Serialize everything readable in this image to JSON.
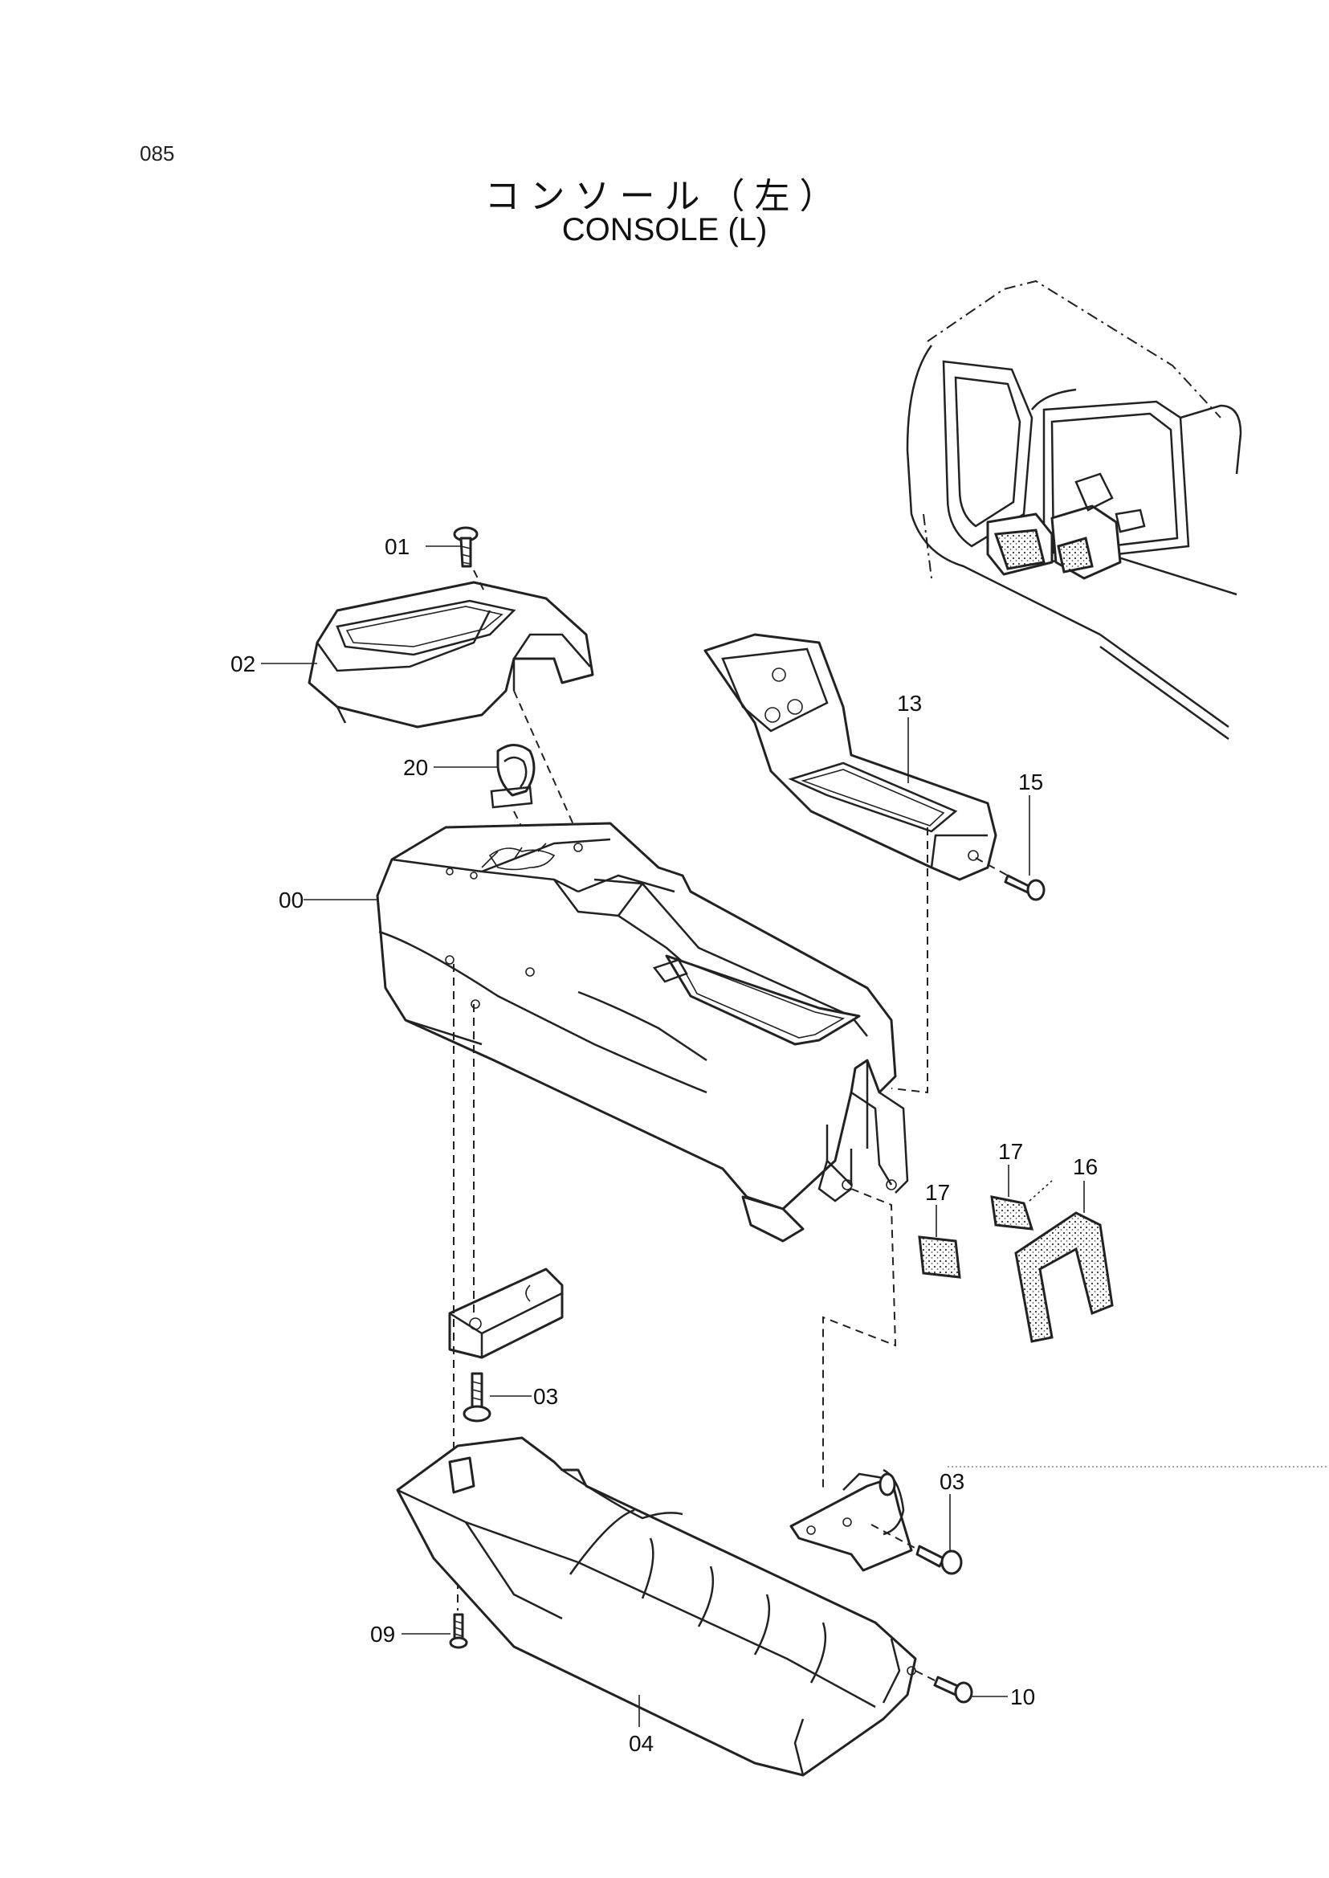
{
  "page_number": "085",
  "title_jp": "コンソール（左）",
  "title_en": "CONSOLE (L)",
  "parts": [
    {
      "id": "00",
      "label": "00"
    },
    {
      "id": "01",
      "label": "01"
    },
    {
      "id": "02",
      "label": "02"
    },
    {
      "id": "03a",
      "label": "03"
    },
    {
      "id": "03b",
      "label": "03"
    },
    {
      "id": "04",
      "label": "04"
    },
    {
      "id": "09",
      "label": "09"
    },
    {
      "id": "10",
      "label": "10"
    },
    {
      "id": "13",
      "label": "13"
    },
    {
      "id": "15",
      "label": "15"
    },
    {
      "id": "16",
      "label": "16"
    },
    {
      "id": "17a",
      "label": "17"
    },
    {
      "id": "17b",
      "label": "17"
    },
    {
      "id": "20",
      "label": "20"
    }
  ]
}
